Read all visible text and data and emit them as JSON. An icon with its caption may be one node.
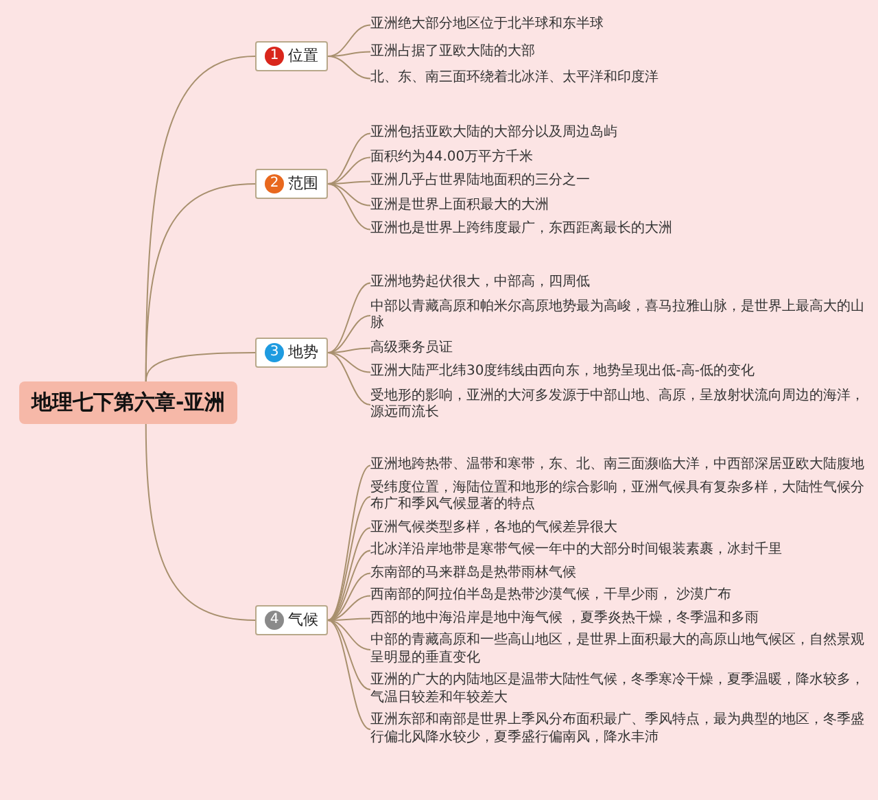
{
  "diagram": {
    "nodes": [
      {
        "text": [
          "地理七下第六章-亚洲"
        ]
      },
      {
        "text": [
          "1",
          "位置"
        ]
      },
      {
        "text": [
          "亚洲绝大部分地区位于北半球和东半球"
        ]
      },
      {
        "text": [
          "亚洲占据了亚欧大陆的大部"
        ]
      },
      {
        "text": [
          "北、东、南三面环绕着北冰洋、太平洋和印度洋"
        ]
      },
      {
        "text": [
          "2",
          "范围"
        ]
      },
      {
        "text": [
          "亚洲包括亚欧大陆的大部分以及周边岛屿"
        ]
      },
      {
        "text": [
          "面积约为44.00万平方千米"
        ]
      },
      {
        "text": [
          "亚洲几乎占世界陆地面积的三分之一"
        ]
      },
      {
        "text": [
          "亚洲是世界上面积最大的大洲"
        ]
      },
      {
        "text": [
          "亚洲也是世界上跨纬度最广，东西距离最长的大洲"
        ]
      },
      {
        "text": [
          "3",
          "地势"
        ]
      },
      {
        "text": [
          "亚洲地势起伏很大，中部高，四周低"
        ]
      },
      {
        "text": [
          "中部以青藏高原和帕米尔高原地势最为高峻，喜马拉雅山脉，是世界上最高大的山脉"
        ]
      },
      {
        "text": [
          "高级乘务员证"
        ]
      },
      {
        "text": [
          "亚洲大陆严北纬30度纬线由西向东，地势呈现出低-高-低的变化"
        ]
      },
      {
        "text": [
          "受地形的影响，亚洲的大河多发源于中部山地、高原，呈放射状流向周边的海洋，源远而流长"
        ]
      },
      {
        "text": [
          "4",
          "气候"
        ]
      },
      {
        "text": [
          "亚洲地跨热带、温带和寒带，东、北、南三面濒临大洋，中西部深居亚欧大陆腹地"
        ]
      },
      {
        "text": [
          "受纬度位置，海陆位置和地形的综合影响，亚洲气候具有复杂多样，大陆性气候分布广和季风气候显著的特点"
        ]
      },
      {
        "text": [
          "亚洲气候类型多样，各地的气候差异很大"
        ]
      },
      {
        "text": [
          "北冰洋沿岸地带是寒带气候一年中的大部分时间银装素裹，冰封千里"
        ]
      },
      {
        "text": [
          "东南部的马来群岛是热带雨林气候"
        ]
      },
      {
        "text": [
          "西南部的阿拉伯半岛是热带沙漠气候，干旱少雨， 沙漠广布"
        ]
      },
      {
        "text": [
          "西部的地中海沿岸是地中海气候 ，夏季炎热干燥，冬季温和多雨"
        ]
      },
      {
        "text": [
          "中部的青藏高原和一些高山地区，是世界上面积最大的高原山地气候区，自然景观呈明显的垂直变化"
        ]
      },
      {
        "text": [
          "亚洲的广大的内陆地区是温带大陆性气候，冬季寒冷干燥，夏季温暖，降水较多，气温日较差和年较差大"
        ]
      },
      {
        "text": [
          "亚洲东部和南部是世界上季风分布面积最广、季风特点，最为典型的地区，冬季盛行偏北风降水较少，夏季盛行偏南风，降水丰沛"
        ]
      }
    ],
    "edges": [
      {
        "from": 0,
        "to": 1,
        "arrow": "none"
      },
      {
        "from": 1,
        "to": 2,
        "arrow": "none"
      },
      {
        "from": 1,
        "to": 3,
        "arrow": "none"
      },
      {
        "from": 1,
        "to": 4,
        "arrow": "none"
      },
      {
        "from": 0,
        "to": 5,
        "arrow": "none"
      },
      {
        "from": 5,
        "to": 6,
        "arrow": "none"
      },
      {
        "from": 5,
        "to": 7,
        "arrow": "none"
      },
      {
        "from": 5,
        "to": 8,
        "arrow": "none"
      },
      {
        "from": 5,
        "to": 9,
        "arrow": "none"
      },
      {
        "from": 5,
        "to": 10,
        "arrow": "none"
      },
      {
        "from": 0,
        "to": 11,
        "arrow": "none"
      },
      {
        "from": 11,
        "to": 12,
        "arrow": "none"
      },
      {
        "from": 11,
        "to": 13,
        "arrow": "none"
      },
      {
        "from": 11,
        "to": 14,
        "arrow": "none"
      },
      {
        "from": 11,
        "to": 15,
        "arrow": "none"
      },
      {
        "from": 11,
        "to": 16,
        "arrow": "none"
      },
      {
        "from": 0,
        "to": 17,
        "arrow": "none"
      },
      {
        "from": 17,
        "to": 18,
        "arrow": "none"
      },
      {
        "from": 17,
        "to": 19,
        "arrow": "none"
      },
      {
        "from": 17,
        "to": 20,
        "arrow": "none"
      },
      {
        "from": 17,
        "to": 21,
        "arrow": "none"
      },
      {
        "from": 17,
        "to": 22,
        "arrow": "none"
      },
      {
        "from": 17,
        "to": 23,
        "arrow": "none"
      },
      {
        "from": 17,
        "to": 24,
        "arrow": "none"
      },
      {
        "from": 17,
        "to": 25,
        "arrow": "none"
      },
      {
        "from": 17,
        "to": 26,
        "arrow": "none"
      },
      {
        "from": 17,
        "to": 27,
        "arrow": "none"
      }
    ]
  }
}
